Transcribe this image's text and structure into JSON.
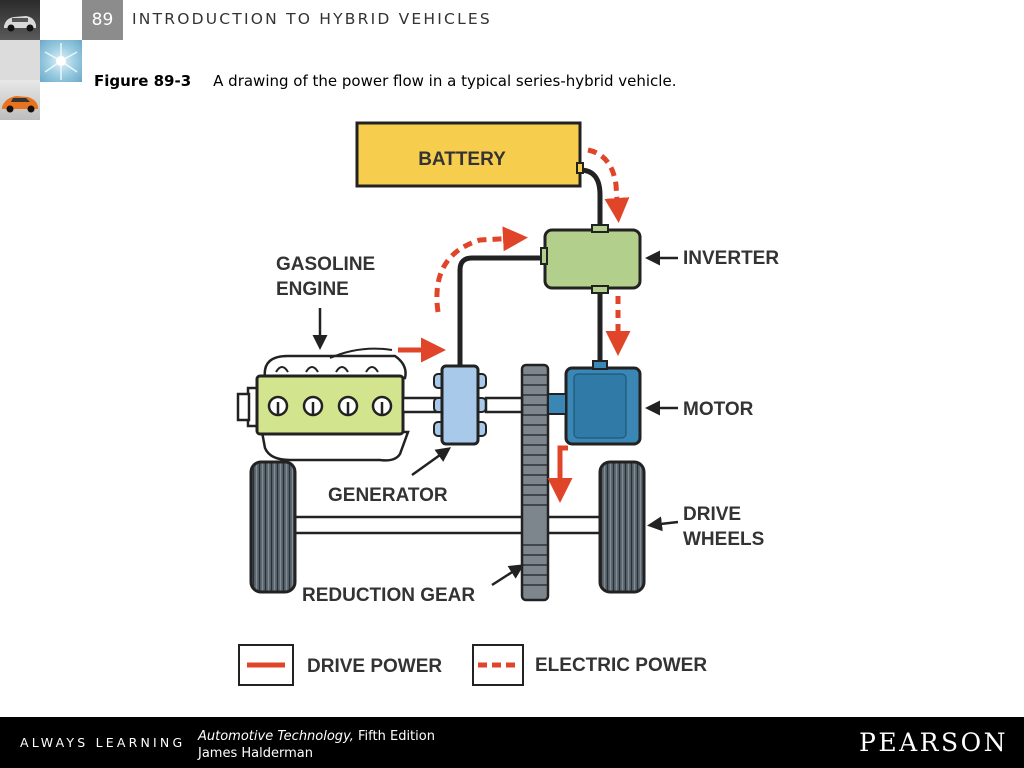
{
  "header": {
    "chapter_number": "89",
    "chapter_title": "INTRODUCTION TO HYBRID VEHICLES"
  },
  "caption": {
    "figure_label": "Figure 89-3",
    "text": "A drawing of the power flow in a typical series-hybrid vehicle."
  },
  "diagram": {
    "labels": {
      "battery": "BATTERY",
      "inverter": "INVERTER",
      "engine_line1": "GASOLINE",
      "engine_line2": "ENGINE",
      "motor": "MOTOR",
      "generator": "GENERATOR",
      "wheels_line1": "DRIVE",
      "wheels_line2": "WHEELS",
      "reduction_gear": "REDUCTION GEAR"
    },
    "legend": {
      "drive_power": "DRIVE POWER",
      "electric_power": "ELECTRIC POWER"
    },
    "colors": {
      "battery": "#f7cd4e",
      "inverter": "#b3cf8c",
      "engine": "#d3e48e",
      "generator": "#a8c9ea",
      "motor": "#3a87b5",
      "arrow": "#e0452a",
      "tire": "#5e6a72"
    }
  },
  "footer": {
    "tagline": "ALWAYS LEARNING",
    "book_title": "Automotive Technology,",
    "edition": " Fifth Edition",
    "author": "James Halderman",
    "publisher": "PEARSON"
  }
}
